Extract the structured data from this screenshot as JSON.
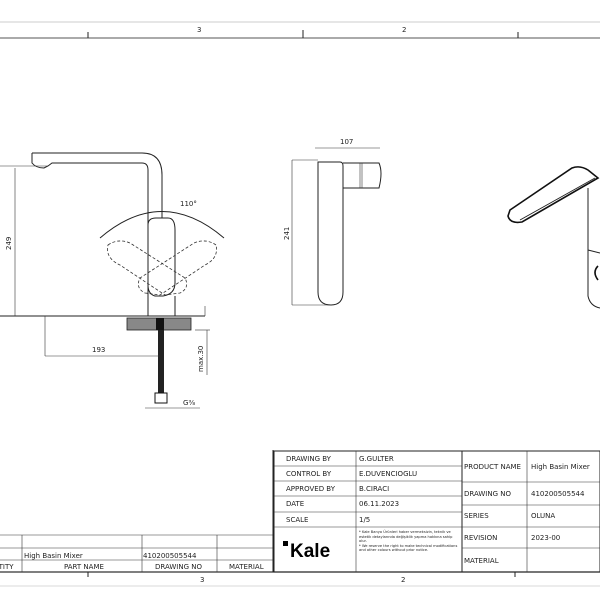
{
  "frame": {
    "top_zones": [
      "3",
      "2"
    ],
    "bottom_zones": [
      "2"
    ]
  },
  "dimensions": {
    "height_side": "249",
    "reach": "193",
    "max_thickness": "max.30",
    "angle": "110°",
    "connection": "G⅜",
    "width_front": "107",
    "height_front": "241"
  },
  "title_block": {
    "drawing_by_label": "DRAWING BY",
    "drawing_by": "G.GULTER",
    "control_by_label": "CONTROL BY",
    "control_by": "E.DUVENCIOGLU",
    "approved_by_label": "APPROVED BY",
    "approved_by": "B.CIRACI",
    "date_label": "DATE",
    "date": "06.11.2023",
    "scale_label": "SCALE",
    "scale": "1/5",
    "product_name_label": "PRODUCT NAME",
    "product_name": "High Basin Mixer",
    "drawing_no_label": "DRAWING NO",
    "drawing_no": "410200505544",
    "series_label": "SERIES",
    "series": "OLUNA",
    "revision_label": "REVISION",
    "revision": "2023-00",
    "material_label": "MATERIAL",
    "material": "",
    "logo": "Kale",
    "notice_1": "* Kale Banyo Ürünleri haber vermeksizin, teknik ve estetik detaylarında değişiklik yapma hakkına sahip olur.",
    "notice_2": "* We reserve the right to make technical modifications and other colours without prior notice."
  },
  "parts_list": {
    "row": {
      "part_name": "High Basin Mixer",
      "drawing_no": "410200505544"
    },
    "headers": {
      "quantity": "QUANTITY",
      "part_name": "PART NAME",
      "drawing_no": "DRAWING NO",
      "material": "MATERIAL"
    }
  }
}
